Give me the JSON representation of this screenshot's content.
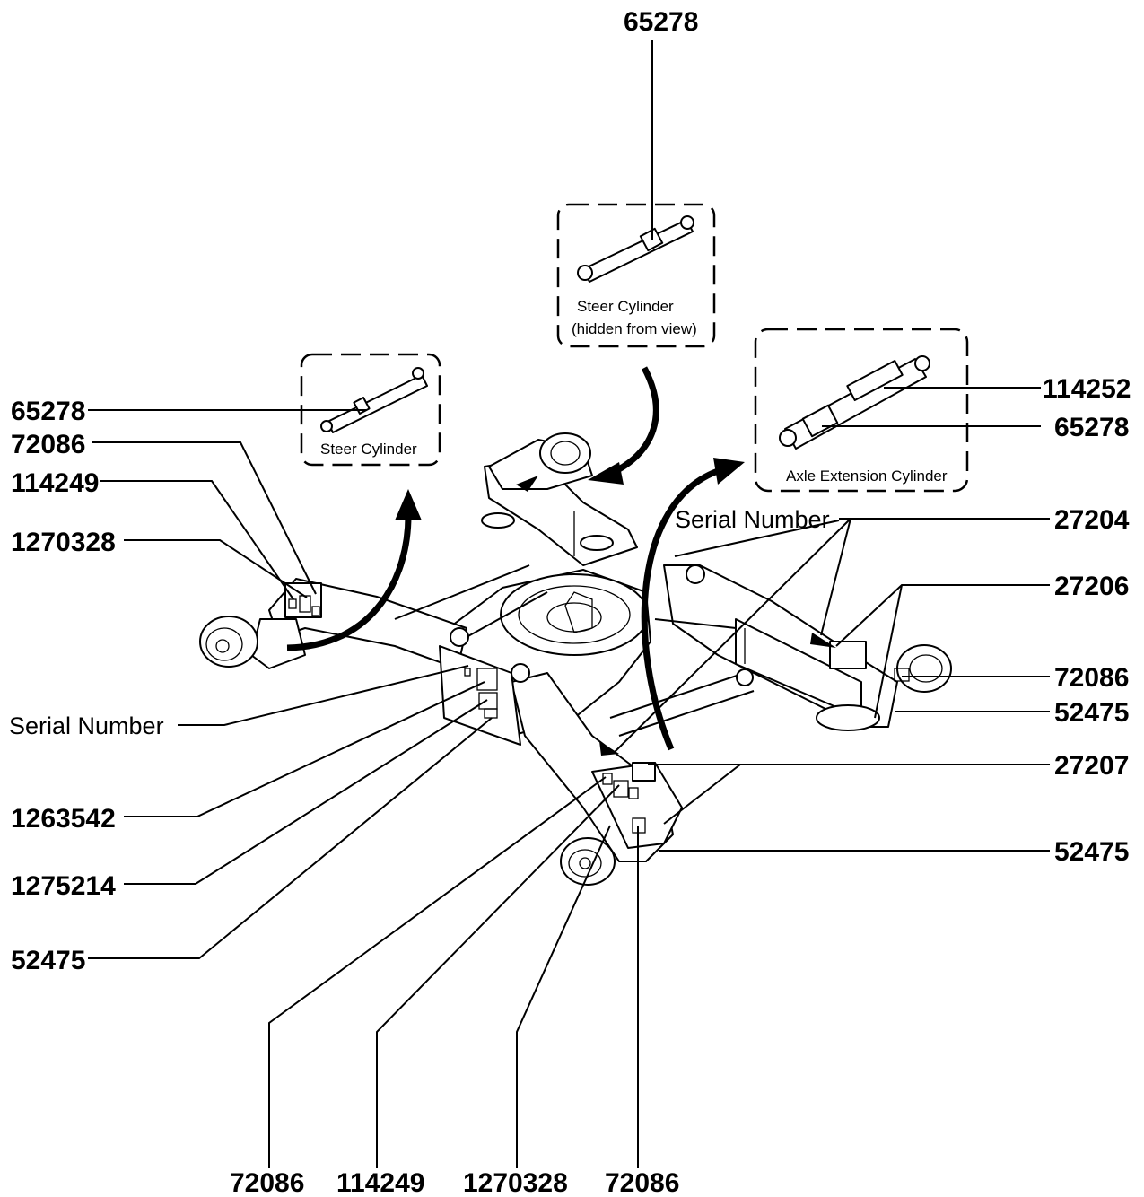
{
  "callouts": {
    "top_65278": "65278",
    "left_65278": "65278",
    "left_72086": "72086",
    "left_114249": "114249",
    "left_1270328": "1270328",
    "left_serial": "Serial Number",
    "left_1263542": "1263542",
    "left_1275214": "1275214",
    "left_52475": "52475",
    "right_114252": "114252",
    "right_65278": "65278",
    "right_serial": "Serial Number",
    "right_27204": "27204",
    "right_27206": "27206",
    "right_72086": "72086",
    "right_52475_a": "52475",
    "right_27207": "27207",
    "right_52475_b": "52475",
    "bottom_72086_a": "72086",
    "bottom_114249": "114249",
    "bottom_1270328": "1270328",
    "bottom_72086_b": "72086"
  },
  "insets": {
    "steer_cylinder": "Steer Cylinder",
    "steer_hidden_line1": "Steer Cylinder",
    "steer_hidden_line2": "(hidden from view)",
    "axle_extension": "Axle Extension Cylinder"
  }
}
